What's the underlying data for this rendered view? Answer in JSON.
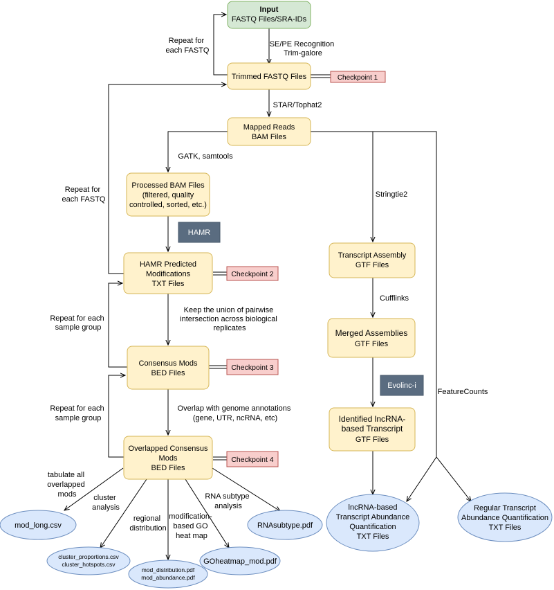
{
  "colors": {
    "input_fill": "#d5e8d4",
    "input_stroke": "#82b366",
    "process_fill": "#fff2cc",
    "process_stroke": "#d6b656",
    "checkpoint_fill": "#f8cecc",
    "checkpoint_stroke": "#b85450",
    "tool_fill": "#5a6c80",
    "tool_text": "#ffffff",
    "output_fill": "#dae8fc",
    "output_stroke": "#6c8ebf",
    "edge": "#000000"
  },
  "nodes": {
    "input": {
      "line1": "Input",
      "line2": "FASTQ Files/SRA-IDs"
    },
    "trimmed": {
      "line1": "Trimmed FASTQ Files"
    },
    "mapped": {
      "line1": "Mapped Reads",
      "line2": "BAM Files"
    },
    "processed": {
      "line1": "Processed BAM Files",
      "line2": "(filtered, quality",
      "line3": "controlled, sorted, etc.)"
    },
    "hamr_pred": {
      "line1": "HAMR Predicted",
      "line2": "Modifications",
      "line3": "TXT Files"
    },
    "consensus": {
      "line1": "Consensus Mods",
      "line2": "BED Files"
    },
    "overlapped": {
      "line1": "Overlapped Consensus",
      "line2": "Mods",
      "line3": "BED Files"
    },
    "transcript": {
      "line1": "Transcript Assembly",
      "line2": "GTF Files"
    },
    "merged": {
      "line1": "Merged Assemblies",
      "line2": "GTF Files"
    },
    "identified": {
      "line1": "Identified lncRNA-",
      "line2": "based Transcript",
      "line3": "GTF Files"
    }
  },
  "checkpoints": {
    "cp1": "Checkpoint 1",
    "cp2": "Checkpoint 2",
    "cp3": "Checkpoint 3",
    "cp4": "Checkpoint 4"
  },
  "tools": {
    "hamr": "HAMR",
    "evolinc": "Evolinc-i"
  },
  "outputs": {
    "mod_long": {
      "line1": "mod_long.csv"
    },
    "cluster": {
      "line1": "cluster_proportions.csv",
      "line2": "cluster_hotspots.csv"
    },
    "mod_dist": {
      "line1": "mod_distribution.pdf",
      "line2": "mod_abundance.pdf"
    },
    "goheatmap": {
      "line1": "GOheatmap_mod.pdf"
    },
    "rnasubtype": {
      "line1": "RNAsubtype.pdf"
    },
    "lncrna_quant": {
      "line1": "lncRNA-based",
      "line2": "Transcript Abundance",
      "line3": "Quantification",
      "line4": "TXT Files"
    },
    "regular_quant": {
      "line1": "Regular Transcript",
      "line2": "Abundance Quantification",
      "line3": "TXT Files"
    }
  },
  "edge_labels": {
    "repeat_fastq_top": {
      "line1": "Repeat for",
      "line2": "each FASTQ"
    },
    "se_pe": {
      "line1": "SE/PE Recognition",
      "line2": "Trim-galore"
    },
    "star": {
      "line1": "STAR/Tophat2"
    },
    "gatk": {
      "line1": "GATK, samtools"
    },
    "repeat_fastq_mid": {
      "line1": "Repeat for",
      "line2": "each FASTQ"
    },
    "stringtie": {
      "line1": "Stringtie2"
    },
    "cufflinks": {
      "line1": "Cufflinks"
    },
    "keep_union": {
      "line1": "Keep the union of pairwise",
      "line2": "intersection across biological",
      "line3": "replicates"
    },
    "repeat_group_1": {
      "line1": "Repeat for each",
      "line2": "sample group"
    },
    "overlap_genome": {
      "line1": "Overlap with genome annotations",
      "line2": "(gene, UTR, ncRNA, etc)"
    },
    "repeat_group_2": {
      "line1": "Repeat for each",
      "line2": "sample group"
    },
    "featurecounts": {
      "line1": "FeatureCounts"
    },
    "tabulate": {
      "line1": "tabulate all",
      "line2": "overlapped",
      "line3": "mods"
    },
    "cluster_analysis": {
      "line1": "cluster",
      "line2": "analysis"
    },
    "regional": {
      "line1": "regional",
      "line2": "distribution"
    },
    "modbased_go": {
      "line1": "modification-",
      "line2": "based GO",
      "line3": "heat map"
    },
    "rna_subtype": {
      "line1": "RNA subtype",
      "line2": "analysis"
    }
  }
}
